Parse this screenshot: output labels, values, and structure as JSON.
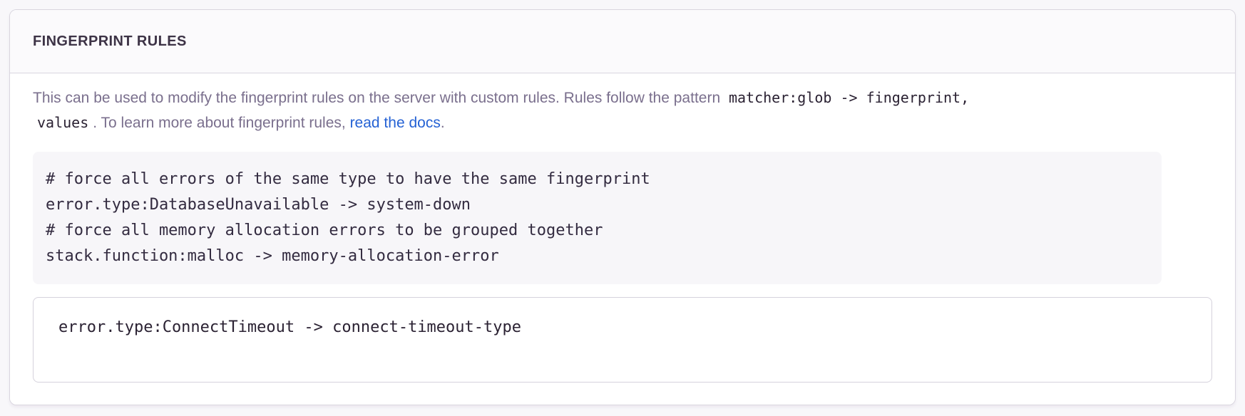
{
  "panel": {
    "title": "FINGERPRINT RULES",
    "description": {
      "text_before": "This can be used to modify the fingerprint rules on the server with custom rules. Rules follow the pattern ",
      "code_line1": "matcher:glob -> fingerprint,",
      "code_line2": "values",
      "text_middle": ". To learn more about fingerprint rules, ",
      "link_text": "read the docs",
      "text_after": "."
    },
    "example_code": {
      "text": "# force all errors of the same type to have the same fingerprint\nerror.type:DatabaseUnavailable -> system-down\n# force all memory allocation errors to be grouped together\nstack.function:malloc -> memory-allocation-error"
    },
    "input": {
      "value": "error.type:ConnectTimeout -> connect-timeout-type"
    }
  },
  "colors": {
    "link": "#2562d4",
    "title_text": "#3d3346",
    "description_text": "#7a6f8d",
    "code_block_background": "#f7f6f9",
    "panel_border": "#d9d6df"
  }
}
